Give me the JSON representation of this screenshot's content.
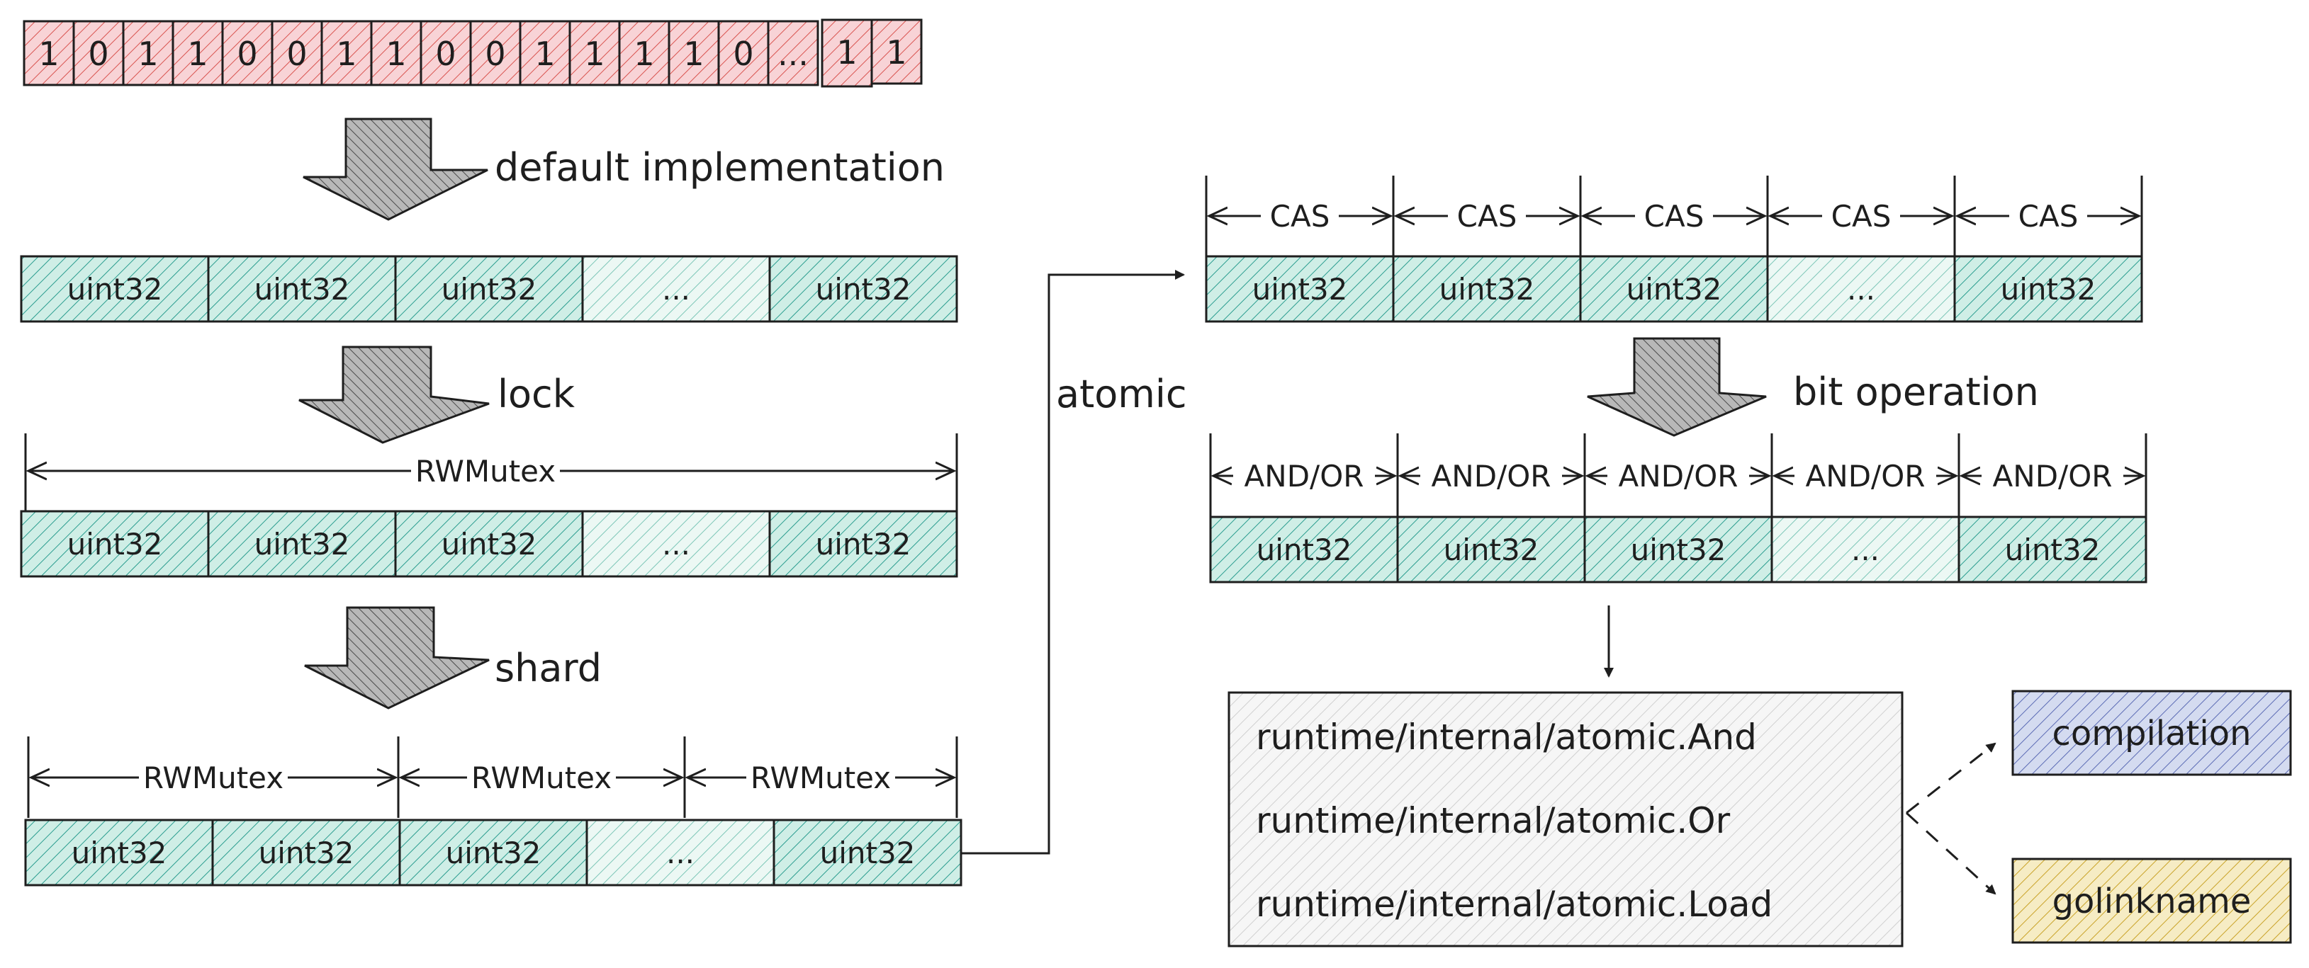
{
  "bits": [
    "1",
    "0",
    "1",
    "1",
    "0",
    "0",
    "1",
    "1",
    "0",
    "0",
    "1",
    "1",
    "1",
    "1",
    "0",
    "...",
    "1",
    "1"
  ],
  "captions": {
    "default_impl": "default implementation",
    "lock": "lock",
    "shard": "shard",
    "atomic": "atomic",
    "bit_operation": "bit operation"
  },
  "word_rows": {
    "row1": [
      "uint32",
      "uint32",
      "uint32",
      "...",
      "uint32"
    ],
    "row2": [
      "uint32",
      "uint32",
      "uint32",
      "...",
      "uint32"
    ],
    "row3": [
      "uint32",
      "uint32",
      "uint32",
      "...",
      "uint32"
    ],
    "row4": [
      "uint32",
      "uint32",
      "uint32",
      "...",
      "uint32"
    ],
    "row5": [
      "uint32",
      "uint32",
      "uint32",
      "...",
      "uint32"
    ]
  },
  "lock_label": "RWMutex",
  "shard_labels": [
    "RWMutex",
    "RWMutex",
    "RWMutex"
  ],
  "cas_labels": [
    "CAS",
    "CAS",
    "CAS",
    "CAS",
    "CAS"
  ],
  "andor_labels": [
    "AND/OR",
    "AND/OR",
    "AND/OR",
    "AND/OR",
    "AND/OR"
  ],
  "runtime_funcs": [
    "runtime/internal/atomic.And",
    "runtime/internal/atomic.Or",
    "runtime/internal/atomic.Load"
  ],
  "targets": {
    "compilation": "compilation",
    "golinkname": "golinkname"
  },
  "colors": {
    "bit_fill": "#f8d3d6",
    "bit_hatch": "#d9534f",
    "word_fill": "#cfeee6",
    "word_hatch": "#2a9d8f",
    "dots_fill": "#e9f7f3",
    "code_fill": "#f3f3f3",
    "compilation_fill": "#d4dbf0",
    "compilation_hatch": "#5b6bb5",
    "golinkname_fill": "#f6ecc4",
    "golinkname_hatch": "#c9a227",
    "ink": "#1e1e1e"
  }
}
